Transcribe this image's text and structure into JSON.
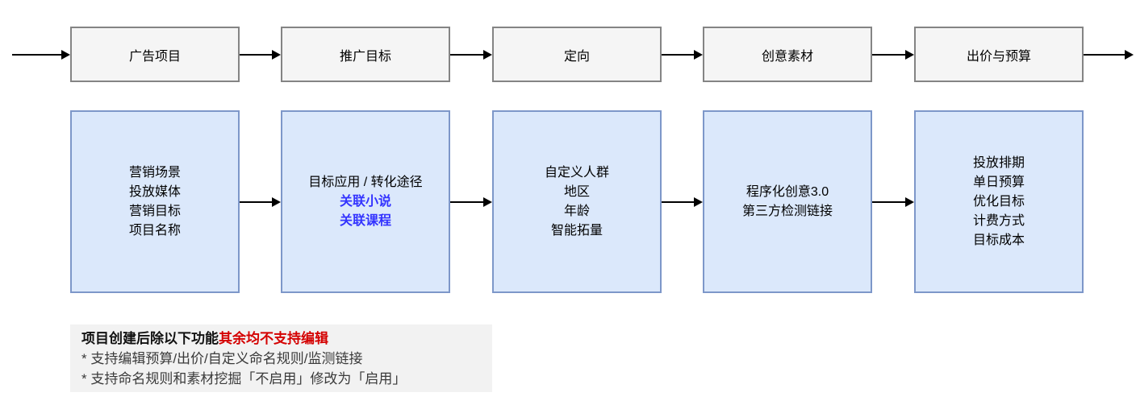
{
  "diagram": {
    "steps": [
      {
        "title": "广告项目",
        "details": [
          {
            "text": "营销场景",
            "emphasis": false
          },
          {
            "text": "投放媒体",
            "emphasis": false
          },
          {
            "text": "营销目标",
            "emphasis": false
          },
          {
            "text": "项目名称",
            "emphasis": false
          }
        ]
      },
      {
        "title": "推广目标",
        "details": [
          {
            "text": "目标应用 / 转化途径",
            "emphasis": false
          },
          {
            "text": "关联小说",
            "emphasis": true
          },
          {
            "text": "关联课程",
            "emphasis": true
          }
        ]
      },
      {
        "title": "定向",
        "details": [
          {
            "text": "自定义人群",
            "emphasis": false
          },
          {
            "text": "地区",
            "emphasis": false
          },
          {
            "text": "年龄",
            "emphasis": false
          },
          {
            "text": "智能拓量",
            "emphasis": false
          }
        ]
      },
      {
        "title": "创意素材",
        "details": [
          {
            "text": "程序化创意3.0",
            "emphasis": false
          },
          {
            "text": "第三方检测链接",
            "emphasis": false
          }
        ]
      },
      {
        "title": "出价与预算",
        "details": [
          {
            "text": "投放排期",
            "emphasis": false
          },
          {
            "text": "单日预算",
            "emphasis": false
          },
          {
            "text": "优化目标",
            "emphasis": false
          },
          {
            "text": "计费方式",
            "emphasis": false
          },
          {
            "text": "目标成本",
            "emphasis": false
          }
        ]
      }
    ],
    "note": {
      "title_black": "项目创建后除以下功能",
      "title_red": "其余均不支持编辑",
      "lines": [
        "* 支持编辑预算/出价/自定义命名规则/监测链接",
        "* 支持命名规则和素材挖掘「不启用」修改为「启用」"
      ]
    },
    "colors": {
      "step_box_fill": "#f5f5f5",
      "step_box_border": "#848484",
      "detail_box_fill": "#dbe8fb",
      "detail_box_border": "#7d97c9",
      "emphasis_text": "#3333ff",
      "warning_text": "#d40000",
      "arrow": "#000000",
      "note_background": "#f2f2f2"
    }
  }
}
